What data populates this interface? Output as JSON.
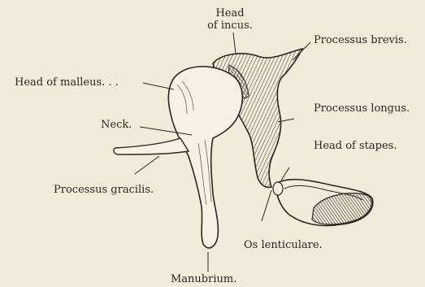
{
  "labels": {
    "head_of_incus_line1": "Head",
    "head_of_incus_line2": "of incus.",
    "processus_brevis": "Processus brevis.",
    "head_of_malleus": "Head of malleus. . .",
    "processus_longus": "Processus longus.",
    "neck": "Neck.",
    "head_of_stapes": "Head of stapes.",
    "processus_gracilis": "Processus gracilis.",
    "os_lenticulare": "Os lenticulare.",
    "manubrium": "Manubrium."
  },
  "colors": {
    "paper": "#f1ebd9",
    "ink": "#2a2622"
  }
}
